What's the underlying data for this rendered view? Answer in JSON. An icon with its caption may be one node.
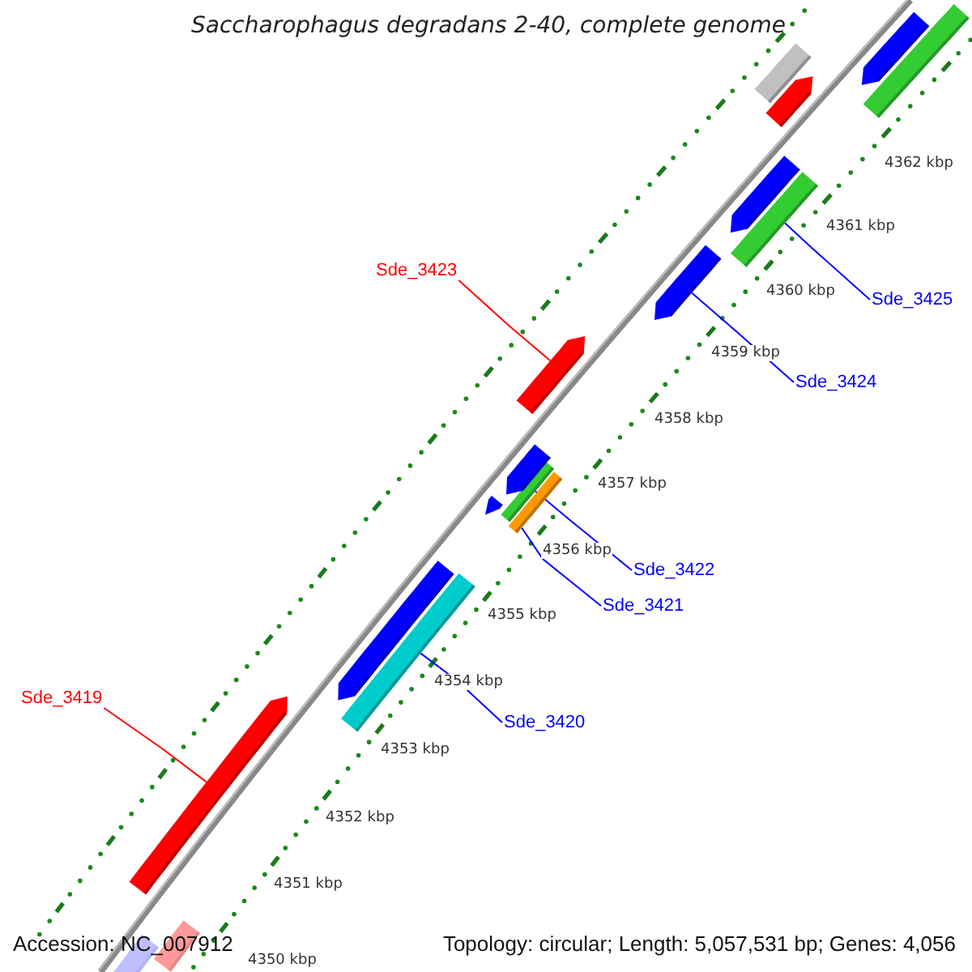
{
  "diagram": {
    "title": "Saccharophagus degradans 2-40, complete genome",
    "nodes": [
      {
        "text": [
          "Sde_3423"
        ]
      },
      {
        "text": [
          "Sde_3425"
        ]
      },
      {
        "text": [
          "Sde_3424"
        ]
      },
      {
        "text": [
          "Sde_3422"
        ]
      },
      {
        "text": [
          "Sde_3421"
        ]
      },
      {
        "text": [
          "Sde_3419"
        ]
      },
      {
        "text": [
          "Sde_3420"
        ]
      },
      {
        "text": [],
        "shape": "bar"
      },
      {
        "text": [],
        "shape": "bar"
      },
      {
        "text": [],
        "shape": "bar"
      },
      {
        "text": [],
        "shape": "bar"
      },
      {
        "text": [],
        "shape": "bar"
      },
      {
        "text": [],
        "shape": "bar"
      },
      {
        "text": [],
        "shape": "bar"
      },
      {
        "text": [],
        "shape": "bar"
      },
      {
        "text": [],
        "shape": "bar"
      },
      {
        "text": [],
        "shape": "bar"
      },
      {
        "text": [],
        "shape": "bar"
      },
      {
        "text": [],
        "shape": "bar"
      },
      {
        "text": [],
        "shape": "bar"
      },
      {
        "text": [],
        "shape": "bar"
      },
      {
        "text": [],
        "shape": "bar"
      },
      {
        "text": [],
        "shape": "bar"
      },
      {
        "text": [],
        "shape": "bar"
      }
    ],
    "edges": [
      {
        "from": 0,
        "to": 7,
        "arrow": "none",
        "color": "#ff0000"
      },
      {
        "from": 1,
        "to": 8,
        "arrow": "none"
      },
      {
        "from": 2,
        "to": 9,
        "arrow": "none"
      },
      {
        "from": 3,
        "to": 10,
        "arrow": "none"
      },
      {
        "from": 4,
        "to": 11,
        "arrow": "none"
      },
      {
        "from": 5,
        "to": 12,
        "arrow": "none",
        "color": "#ff0000"
      },
      {
        "from": 6,
        "to": 13,
        "arrow": "none"
      }
    ],
    "labels": [
      "4362 kbp",
      "4361 kbp",
      "4360 kbp",
      "4359 kbp",
      "4358 kbp",
      "4357 kbp",
      "4356 kbp",
      "4355 kbp",
      "4354 kbp",
      "4353 kbp",
      "4352 kbp",
      "4351 kbp",
      "4350 kbp",
      "Accession: NC_007912",
      "Topology: circular; Length: 5,057,531 bp; Genes: 4,056"
    ]
  }
}
